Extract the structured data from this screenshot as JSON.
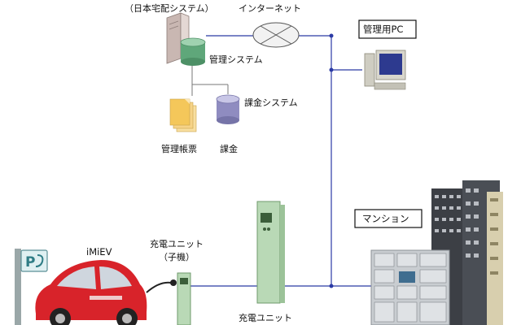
{
  "labels": {
    "top_system": "（日本宅配システム）",
    "internet": "インターネット",
    "management_system": "管理システム",
    "billing_system": "課金システム",
    "management_ledger": "管理帳票",
    "billing": "課金",
    "admin_pc": "管理用PC",
    "mansion": "マンション",
    "imiev": "iMiEV",
    "charging_unit_child_line1": "充電ユニット",
    "charging_unit_child_line2": "（子機）",
    "charging_unit": "充電ユニット"
  },
  "parking_sign": "P",
  "colors": {
    "network_line": "#2b3aa5",
    "car_red": "#d8232a",
    "charger_green": "#b9d9b6",
    "db_green": "#5fa77a",
    "db_purple": "#8f8cc0",
    "ledger_yellow": "#f4c75a",
    "building_dark": "#3c3f45",
    "locker_gray": "#c9cdd1"
  }
}
